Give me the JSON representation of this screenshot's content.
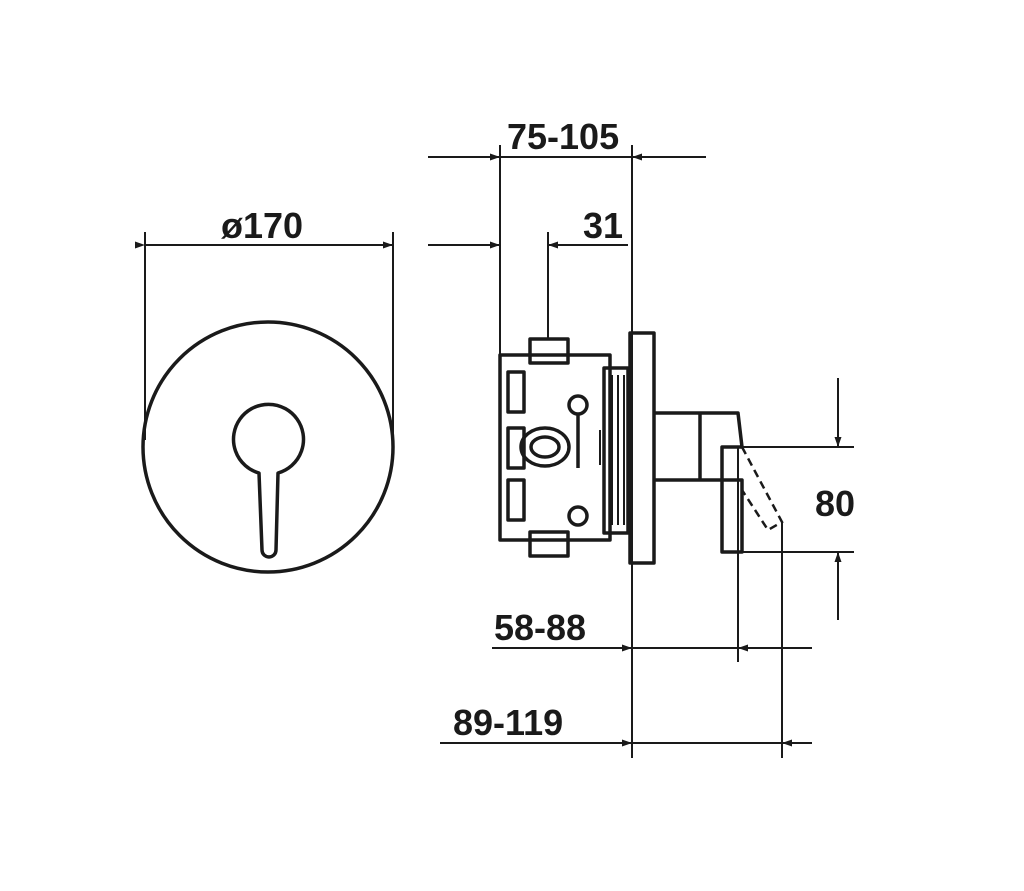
{
  "dimensions": {
    "cover_diameter": "ø170",
    "install_depth_range": "75-105",
    "body_offset": "31",
    "lever_height": "80",
    "projection_short": "58-88",
    "projection_long": "89-119"
  },
  "colors": {
    "ink": "#1a1a1a",
    "background": "#ffffff"
  }
}
